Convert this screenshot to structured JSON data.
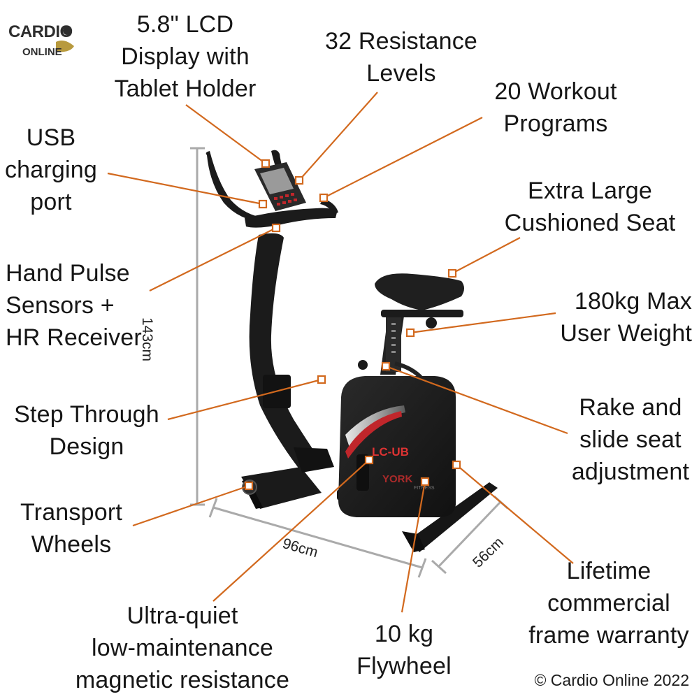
{
  "logo": {
    "line1": "CARDIO",
    "line2": "ONLINE"
  },
  "features": {
    "lcd": [
      "5.8\" LCD",
      "Display with",
      "Tablet Holder"
    ],
    "resistance": [
      "32 Resistance",
      "Levels"
    ],
    "programs": [
      "20 Workout",
      "Programs"
    ],
    "usb": [
      "USB",
      "charging",
      "port"
    ],
    "seat": [
      "Extra Large",
      "Cushioned Seat"
    ],
    "hand_pulse": [
      "Hand Pulse",
      "Sensors +",
      "HR Receiver"
    ],
    "max_weight": [
      "180kg Max",
      "User Weight"
    ],
    "step_through": [
      "Step Through",
      "Design"
    ],
    "rake_slide": [
      "Rake and",
      "slide seat",
      "adjustment"
    ],
    "transport": [
      "Transport",
      "Wheels"
    ],
    "warranty": [
      "Lifetime",
      "commercial",
      "frame warranty"
    ],
    "magnetic": [
      "Ultra-quiet",
      "low-maintenance",
      "magnetic resistance"
    ],
    "flywheel": [
      "10 kg",
      "Flywheel"
    ]
  },
  "dimensions": {
    "height": "143cm",
    "length": "96cm",
    "width": "56cm"
  },
  "bike_text": {
    "model": "LC-UB",
    "brand": "YORK",
    "brand_sub": "FITNESS"
  },
  "copyright": "© Cardio Online 2022",
  "colors": {
    "leader": "#d2691e",
    "dimension": "#aaaaaa",
    "frame": "#1b1b1b",
    "accent": "#c0262b"
  }
}
